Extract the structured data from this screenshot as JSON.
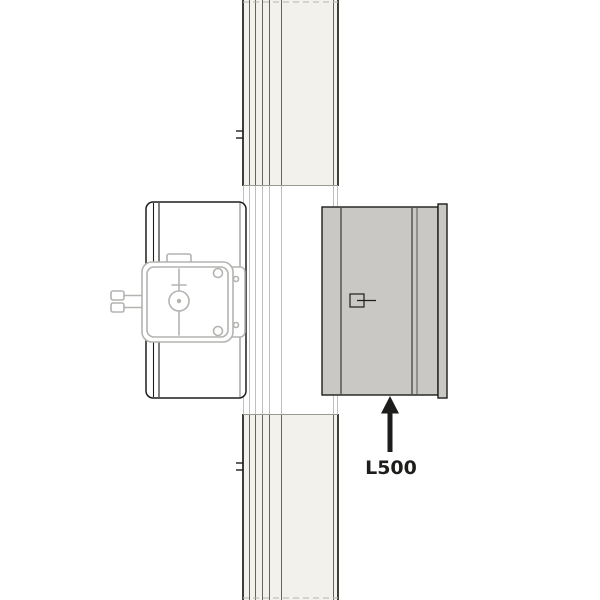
{
  "diagram": {
    "type": "technical-illustration",
    "description": "Fire damper with actuator mounted through a vertical wall, with extension sleeve on far side",
    "callout": {
      "label": "L500",
      "arrow_direction": "up"
    },
    "parts": [
      {
        "name": "wall-section-top"
      },
      {
        "name": "wall-section-bottom"
      },
      {
        "name": "wall-opening"
      },
      {
        "name": "damper-body"
      },
      {
        "name": "damper-actuator"
      },
      {
        "name": "extension-sleeve"
      },
      {
        "name": "callout-arrow"
      }
    ],
    "colors": {
      "background": "#ffffff",
      "wall_fill": "#f2f1ec",
      "wall_hatch_line": "#55544f",
      "outline": "#1d1d1b",
      "hidden_line": "#c2c1bd",
      "sleeve_fill": "#c9c8c4",
      "actuator_line": "#b4b3b0",
      "label_color": "#1d1d1b"
    }
  }
}
